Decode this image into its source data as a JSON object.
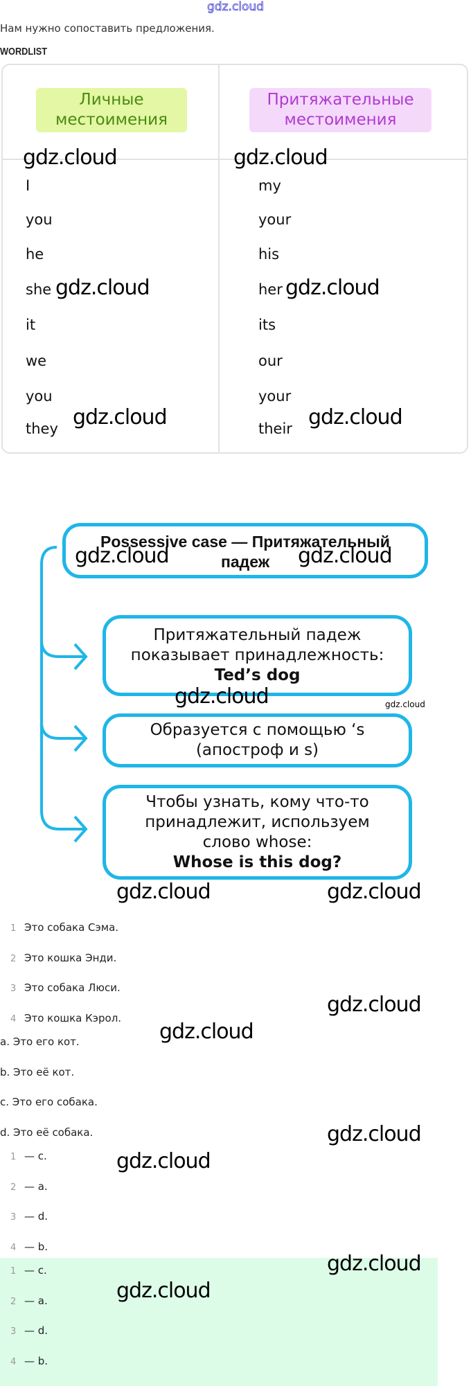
{
  "watermark": "gdz.cloud",
  "intro": "Нам нужно сопоставить предложения.",
  "wordlist_title": "WORDLIST",
  "table": {
    "personal_header": "Личные местоимения",
    "possessive_header": "Притяжательные местоимения",
    "personal": [
      "I",
      "you",
      "he",
      "she",
      "it",
      "we",
      "you",
      "they"
    ],
    "possessive": [
      "my",
      "your",
      "his",
      "her",
      "its",
      "our",
      "your",
      "their"
    ]
  },
  "diagram": {
    "title": "Possessive case — Притяжательный падеж",
    "box1_line1": "Притяжательный падеж",
    "box1_line2": "показывает принадлежность:",
    "box1_example": "Ted’s dog",
    "box2_line1": "Образуется с помощью ‘s",
    "box2_line2": "(апостроф и s)",
    "box3_line1": "Чтобы узнать, кому что-то",
    "box3_line2": "принадлежит, используем",
    "box3_line3": "слово whose:",
    "box3_example": "Whose is this dog?",
    "accent": "#1fb6e8"
  },
  "sentences": [
    {
      "n": "1",
      "text": "Это собака Сэма."
    },
    {
      "n": "2",
      "text": "Это кошка Энди."
    },
    {
      "n": "3",
      "text": "Это собака Люси."
    },
    {
      "n": "4",
      "text": "Это кошка Кэрол."
    }
  ],
  "options": [
    "a. Это его кот.",
    "b. Это её кот.",
    "c. Это его собака.",
    "d. Это её собака."
  ],
  "answers": [
    {
      "n": "1",
      "text": "— c."
    },
    {
      "n": "2",
      "text": "— a."
    },
    {
      "n": "3",
      "text": "— d."
    },
    {
      "n": "4",
      "text": "— b."
    }
  ],
  "final_answers": [
    {
      "n": "1",
      "text": "— c."
    },
    {
      "n": "2",
      "text": "— a."
    },
    {
      "n": "3",
      "text": "— d."
    },
    {
      "n": "4",
      "text": "— b."
    }
  ]
}
